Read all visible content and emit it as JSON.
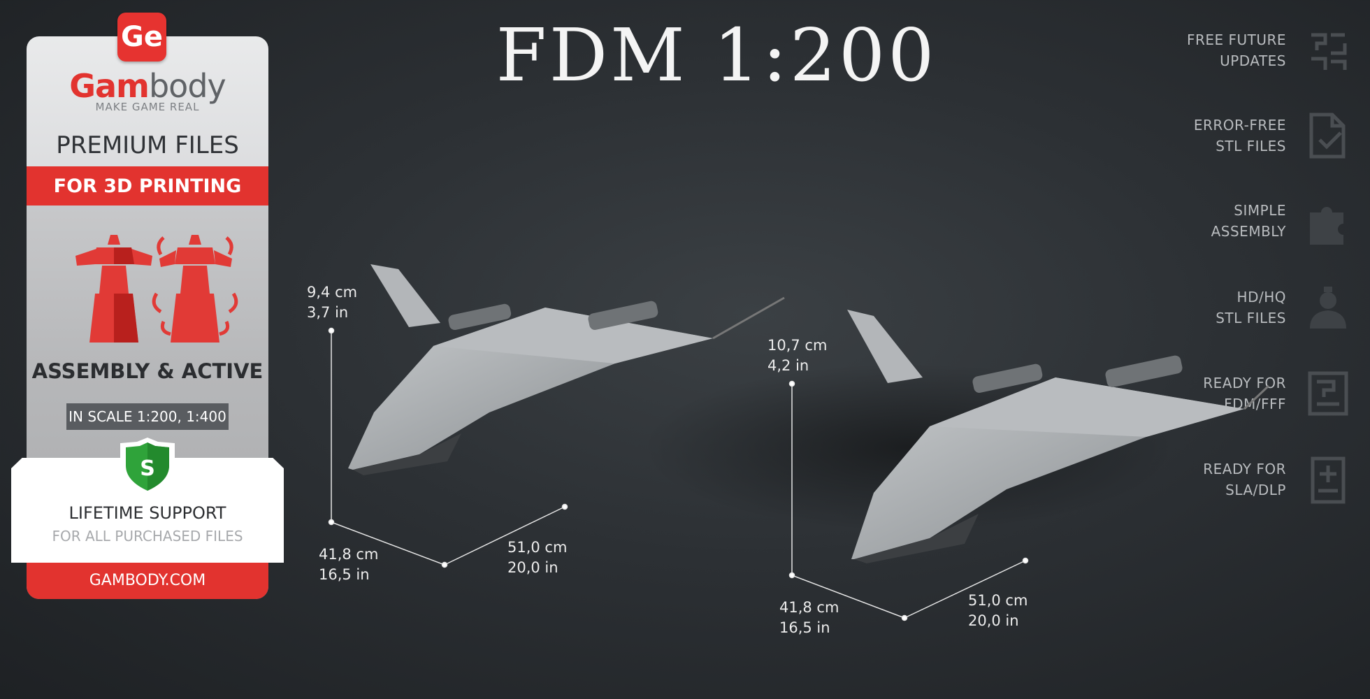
{
  "title": "FDM 1:200",
  "promo": {
    "logo_text": "Ge",
    "brand_part1": "Gam",
    "brand_part2": "body",
    "tagline": "MAKE GAME REAL",
    "premium": "PREMIUM FILES",
    "for_3d": "FOR 3D PRINTING",
    "assembly": "ASSEMBLY & ACTIVE",
    "scale": "IN SCALE 1:200, 1:400",
    "shield_letter": "S",
    "lifetime": "LIFETIME SUPPORT",
    "for_all": "FOR ALL PURCHASED FILES",
    "site": "GAMBODY.COM"
  },
  "features": [
    {
      "line1": "FREE FUTURE",
      "line2": "UPDATES",
      "icon": "updates-icon"
    },
    {
      "line1": "ERROR-FREE",
      "line2": "STL FILES",
      "icon": "file-check-icon"
    },
    {
      "line1": "SIMPLE",
      "line2": "ASSEMBLY",
      "icon": "puzzle-icon"
    },
    {
      "line1": "HD/HQ",
      "line2": "STL FILES",
      "icon": "engineer-icon"
    },
    {
      "line1": "READY FOR",
      "line2": "FDM/FFF",
      "icon": "fdm-printer-icon"
    },
    {
      "line1": "READY FOR",
      "line2": "SLA/DLP",
      "icon": "sla-printer-icon"
    }
  ],
  "models": [
    {
      "height_cm": "9,4  cm",
      "height_in": "3,7  in",
      "width_cm": "41,8  cm",
      "width_in": "16,5  in",
      "depth_cm": "51,0  cm",
      "depth_in": "20,0  in"
    },
    {
      "height_cm": "10,7  cm",
      "height_in": "4,2  in",
      "width_cm": "41,8  cm",
      "width_in": "16,5  in",
      "depth_cm": "51,0  cm",
      "depth_in": "20,0  in"
    }
  ],
  "colors": {
    "brand_red": "#e2332f",
    "shield_green": "#2fa33a"
  }
}
